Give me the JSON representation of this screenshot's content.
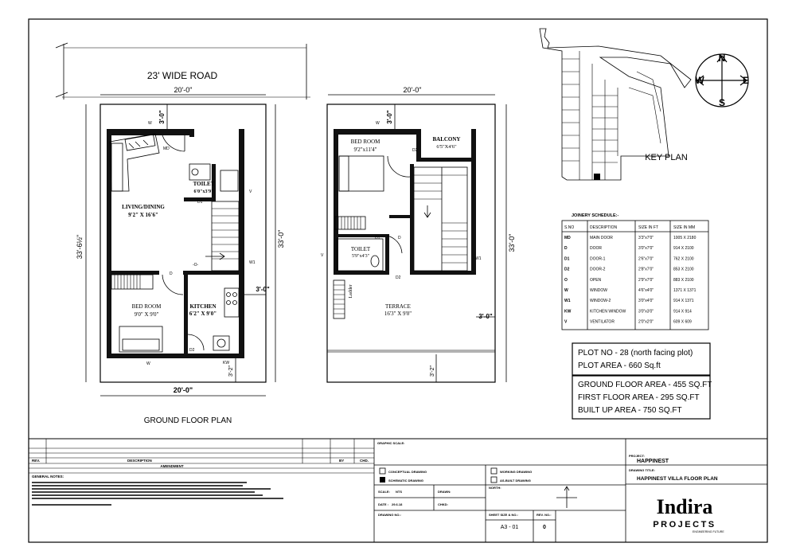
{
  "road_label": "23' WIDE ROAD",
  "ground": {
    "title": "GROUND FLOOR PLAN",
    "width_dim": "20'-0\"",
    "width_dim_bottom": "20'-0\"",
    "depth_left": "33'-6½\"",
    "depth_right": "33'-0\"",
    "setback_front": "3'-0\"",
    "setback_side": "3'-0\"",
    "setback_rear": "3'-2\"",
    "rooms": {
      "living_name": "LIVING/DINING",
      "living_size": "9'2\" X 16'6\"",
      "toilet_name": "TOILET",
      "toilet_size": "6'0\"x3'9\"",
      "bed_name": "BED ROOM",
      "bed_size": "9'0\" X 9'0\"",
      "kitchen_name": "KITCHEN",
      "kitchen_size": "6'2\" X 9'0\""
    },
    "tags": {
      "w_top": "W",
      "md": "MD",
      "d1": "D1",
      "v": "V",
      "w1": "W1",
      "d": "D",
      "o": "-O-",
      "d2": "D2",
      "w_bot": "W",
      "kw": "KW"
    }
  },
  "first": {
    "width_dim": "20'-0\"",
    "depth_right": "33'-0\"",
    "setback_front": "3'-0\"",
    "setback_side": "3'-0\"",
    "setback_rear": "3'-2\"",
    "rooms": {
      "bed_name": "BED ROOM",
      "bed_size": "9'2\"x11'4\"",
      "balcony_name": "BALCONY",
      "balcony_size": "6'5\"X4'6\"",
      "toilet_name": "TOILET",
      "toilet_size": "5'9\"x4'3\"",
      "terrace_name": "TERRACE",
      "terrace_size": "16'3\" X 9'0\"",
      "ladder": "Ladder"
    },
    "tags": {
      "w_top": "W",
      "d2_top": "D2",
      "v": "V",
      "d1": "D1",
      "d": "D",
      "w1": "W1",
      "d2": "D2"
    }
  },
  "compass": {
    "n": "N",
    "s": "S",
    "e": "E",
    "w": "W"
  },
  "key_plan": "KEY PLAN",
  "joinery": {
    "title": "JOINERY SCHEDULE:-",
    "headers": [
      "S.NO",
      "DESCRIPTION",
      "SIZE IN FT",
      "SIZE IN MM"
    ],
    "rows": [
      [
        "MD",
        "MAIN DOOR",
        "3'3\"x7'0\"",
        "1005 X 2180"
      ],
      [
        "D",
        "DOOR",
        "3'0\"x7'0\"",
        "914 X 2100"
      ],
      [
        "D1",
        "DOOR-1",
        "2'6\"x7'0\"",
        "762 X 2100"
      ],
      [
        "D2",
        "DOOR-2",
        "2'8\"x7'0\"",
        "853 X 2100"
      ],
      [
        "O",
        "OPEN",
        "2'9\"x7'0\"",
        "883 X 2100"
      ],
      [
        "W",
        "WINDOW",
        "4'6\"x4'0\"",
        "1371 X 1371"
      ],
      [
        "W1",
        "WINDOW-2",
        "3'0\"x4'0\"",
        "914 X 1371"
      ],
      [
        "KW",
        "KITCHEN WINDOW",
        "3'0\"x3'0\"",
        "914 X 914"
      ],
      [
        "V",
        "VENTILATOR",
        "2'0\"x2'0\"",
        "609 X 609"
      ]
    ]
  },
  "plot_info": {
    "plot_no": "PLOT NO -  28 (north facing plot)",
    "plot_area": "PLOT AREA - 660 Sq.ft"
  },
  "areas": {
    "ground": "GROUND FLOOR AREA - 455 SQ.FT",
    "first": "FIRST FLOOR AREA - 295 SQ.FT",
    "built": "BUILT UP AREA - 750 SQ.FT"
  },
  "title_block": {
    "rev": "REV.",
    "description": "DESCRIPTION",
    "by": "BY",
    "chd": "CHD.",
    "amendment": "AMENDMENT",
    "general_notes": "GENERAL NOTES:",
    "graphic_scale": "GRAPHIC SCALE:",
    "conceptual": "CONCEPTUAL DRAWING",
    "schematic": "SCHEMATIC DRAWING",
    "working": "WORKING DRAWING",
    "as_built": "AS-BUILT DRAWING",
    "scale_label": "SCALE:",
    "scale_value": "NTS",
    "drawn": "DRAWN:",
    "date_label": "DATE :",
    "date_value": "29.6.18",
    "chkd": "CHKD:",
    "drawing_no": "DRAWING NO.:",
    "north": "NORTH:",
    "sheet_size": "SHEET SIZE & NO.:",
    "rev_no": "REV. NO.:",
    "sheet_value": "A3 - 01",
    "rev_value": "0",
    "project_label": "PROJECT:",
    "project": "HAPPINEST",
    "drawing_title_label": "DRAWING TITLE:",
    "drawing_title": "HAPPINEST VILLA FLOOR PLAN",
    "logo_main": "Indira",
    "logo_sub": "PROJECTS",
    "logo_tag": "ENGINEERING FUTURE"
  }
}
